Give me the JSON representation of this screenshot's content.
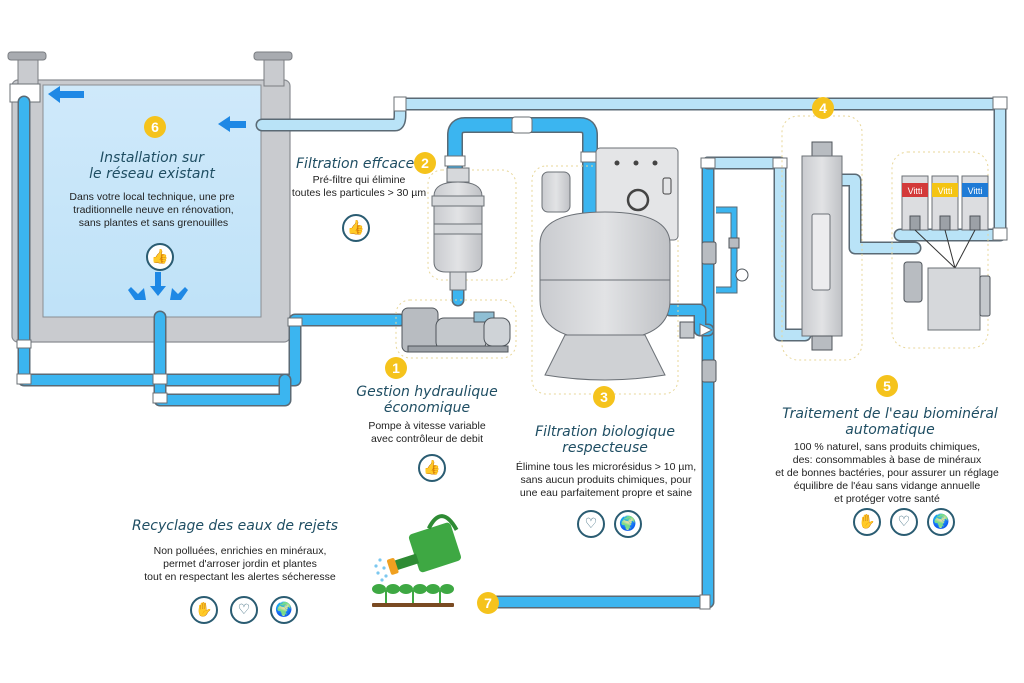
{
  "colors": {
    "pipe_blue": "#3bb5f0",
    "pipe_light": "#b9e3f7",
    "pipe_outline": "#5a6a75",
    "badge": "#f5c31c",
    "title_text": "#1f4e63",
    "basin_water": "#d3ebfa",
    "basin_wall": "#c9cbcf",
    "equipment_grey": "#d6d8db",
    "arrow_blue": "#1e88e5",
    "cartridge_red": "#d33a3a",
    "cartridge_yellow": "#f4c414",
    "cartridge_blue": "#1f7bd6"
  },
  "steps": [
    {
      "number": "6",
      "title": [
        "Installation sur",
        "le réseau existant"
      ],
      "description": "Dans votre local technique, une pre\n traditionnelle neuve en rénovation,\n sans plantes et sans grenouilles",
      "icons": [
        "thumbs-up-icon"
      ]
    },
    {
      "number": "2",
      "title": [
        "Filtration effcace"
      ],
      "description": "Pré-filtre qui élimine\ntoutes les particules > 30 µm",
      "icons": [
        "thumbs-up-icon"
      ]
    },
    {
      "number": "1",
      "title": [
        "Gestion hydraulique",
        "économique"
      ],
      "description": "Pompe à vitesse variable\navec contrôleur de debit",
      "icons": [
        "thumbs-up-icon"
      ]
    },
    {
      "number": "3",
      "title": [
        "Filtration biologique",
        "respecteuse"
      ],
      "description": "Élimine tous les microrésidus > 10 µm,\nsans aucun produits chimiques, pour\nune eau parfaitement propre et saine",
      "icons": [
        "caring-hands-icon",
        "eco-globe-icon"
      ]
    },
    {
      "number": "4",
      "title": [],
      "description": "",
      "icons": []
    },
    {
      "number": "5",
      "title": [
        "Traitement de l'eau biominéral",
        "automatique"
      ],
      "description": "100 % naturel, sans produits chimiques,\ndes: consommables à base de minéraux\net de bonnes bactéries, pour assurer un réglage\néquilibre de l'éau sans vidange annuelle\net protéger votre santé",
      "icons": [
        "hand-person-icon",
        "caring-hands-icon",
        "eco-globe-icon"
      ]
    },
    {
      "number": "7",
      "title": [
        "Recyclage des eaux de rejets"
      ],
      "description": "Non polluées, enrichies en minéraux,\npermet d'arroser jordin et plantes\ntout en respectant les alertes sécheresse",
      "icons": [
        "hand-person-icon",
        "caring-hands-icon",
        "eco-globe-icon"
      ]
    }
  ],
  "cartridges": [
    {
      "label": "Vitti",
      "color": "#d33a3a"
    },
    {
      "label": "Vitti",
      "color": "#f4c414"
    },
    {
      "label": "Vitti",
      "color": "#1f7bd6"
    }
  ]
}
